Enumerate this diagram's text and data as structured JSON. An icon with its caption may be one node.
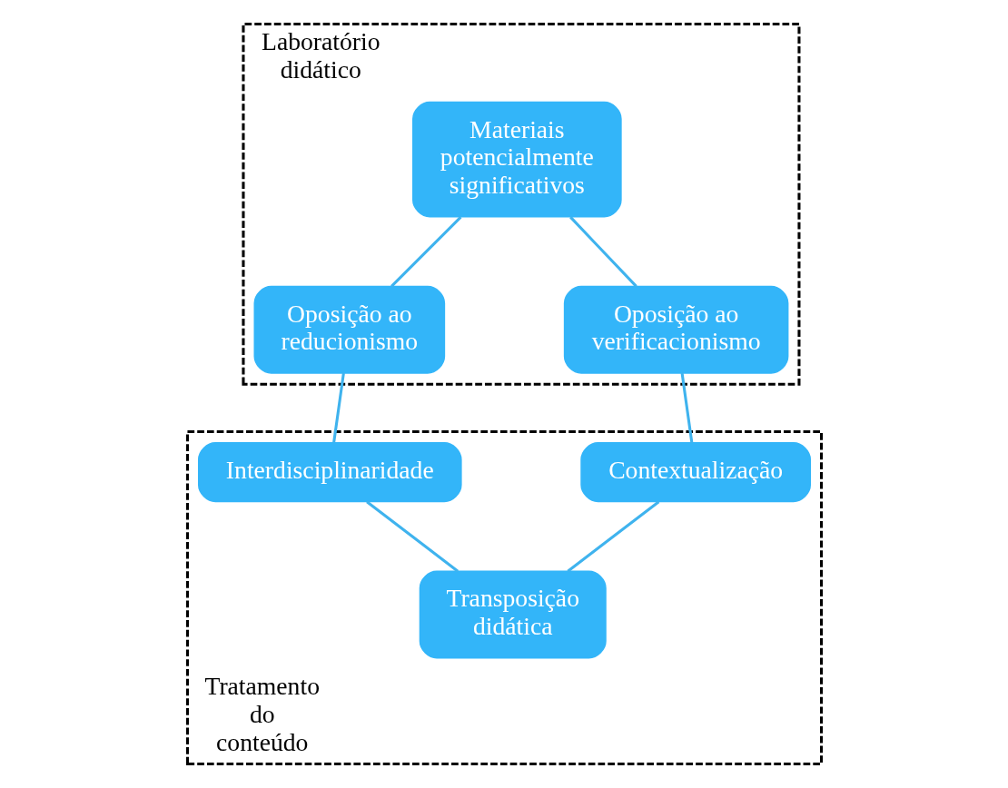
{
  "diagram": {
    "nodes": [
      {
        "text": [
          "Laboratório didático"
        ]
      },
      {
        "text": [
          "Materiais potencialmente significativos"
        ],
        "in": 0
      },
      {
        "text": [
          "Oposição ao reducionismo"
        ],
        "in": 0
      },
      {
        "text": [
          "Oposição ao verificacionismo"
        ],
        "in": 0
      },
      {
        "text": [
          "Tratamento do conteúdo"
        ]
      },
      {
        "text": [
          "Interdisciplinaridade"
        ],
        "in": 4
      },
      {
        "text": [
          "Contextualização"
        ],
        "in": 4
      },
      {
        "text": [
          "Transposição didática"
        ],
        "in": 4
      }
    ],
    "edges": [
      {
        "from": 1,
        "to": 2,
        "arrow": "none"
      },
      {
        "from": 1,
        "to": 3,
        "arrow": "none"
      },
      {
        "from": 2,
        "to": 5,
        "arrow": "none"
      },
      {
        "from": 3,
        "to": 6,
        "arrow": "none"
      },
      {
        "from": 5,
        "to": 7,
        "arrow": "none"
      },
      {
        "from": 6,
        "to": 7,
        "arrow": "none"
      }
    ]
  }
}
